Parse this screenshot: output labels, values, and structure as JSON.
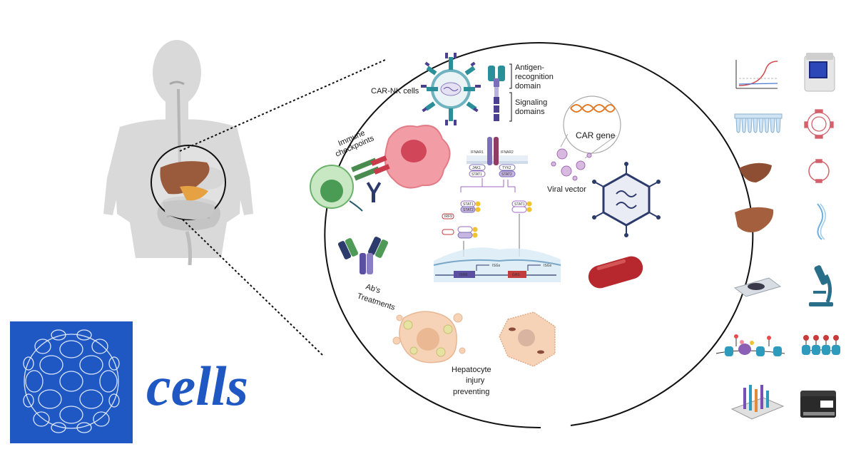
{
  "journal": {
    "name": "cells"
  },
  "labels": {
    "car_nk": "CAR-NK cells",
    "antigen_1": "Antigen-",
    "antigen_2": "recognition",
    "antigen_3": "domain",
    "signaling_1": "Signaling",
    "signaling_2": "domains",
    "car_gene": "CAR gene",
    "viral_vector": "Viral vector",
    "immune_1": "Immune",
    "immune_2": "checkpoints",
    "abs_1": "Ab's",
    "abs_2": "Treatments",
    "hep_1": "Hepatocyte",
    "hep_2": "injury",
    "hep_3": "preventing"
  },
  "pathway": {
    "ifnar1": "IFNAR1",
    "ifnar2": "IFNAR2",
    "jak1": "JAK1",
    "tyk2": "TYK2",
    "stat1": "STAT1",
    "stat2": "STAT2",
    "irf9": "IRF9",
    "p": "P",
    "isre": "ISRE",
    "gas": "GAS",
    "isgs": "ISGs"
  },
  "colors": {
    "logo_blue": "#1f57c3",
    "liver": "#9a5a3c",
    "car_purple": "#4b3f8f",
    "teal": "#2a8f99"
  },
  "icons": [
    "growth-curve-icon",
    "qpcr-machine-icon",
    "pcr-strip-tubes-icon",
    "dna-circle-icon",
    "liver-small-icon",
    "plasmid-icon",
    "liver-large-icon",
    "dna-strand-icon",
    "tissue-slide-icon",
    "microscope-icon",
    "chromatin-modifier-icon",
    "nucleosomes-icon",
    "chip-array-icon",
    "sequencer-icon"
  ]
}
